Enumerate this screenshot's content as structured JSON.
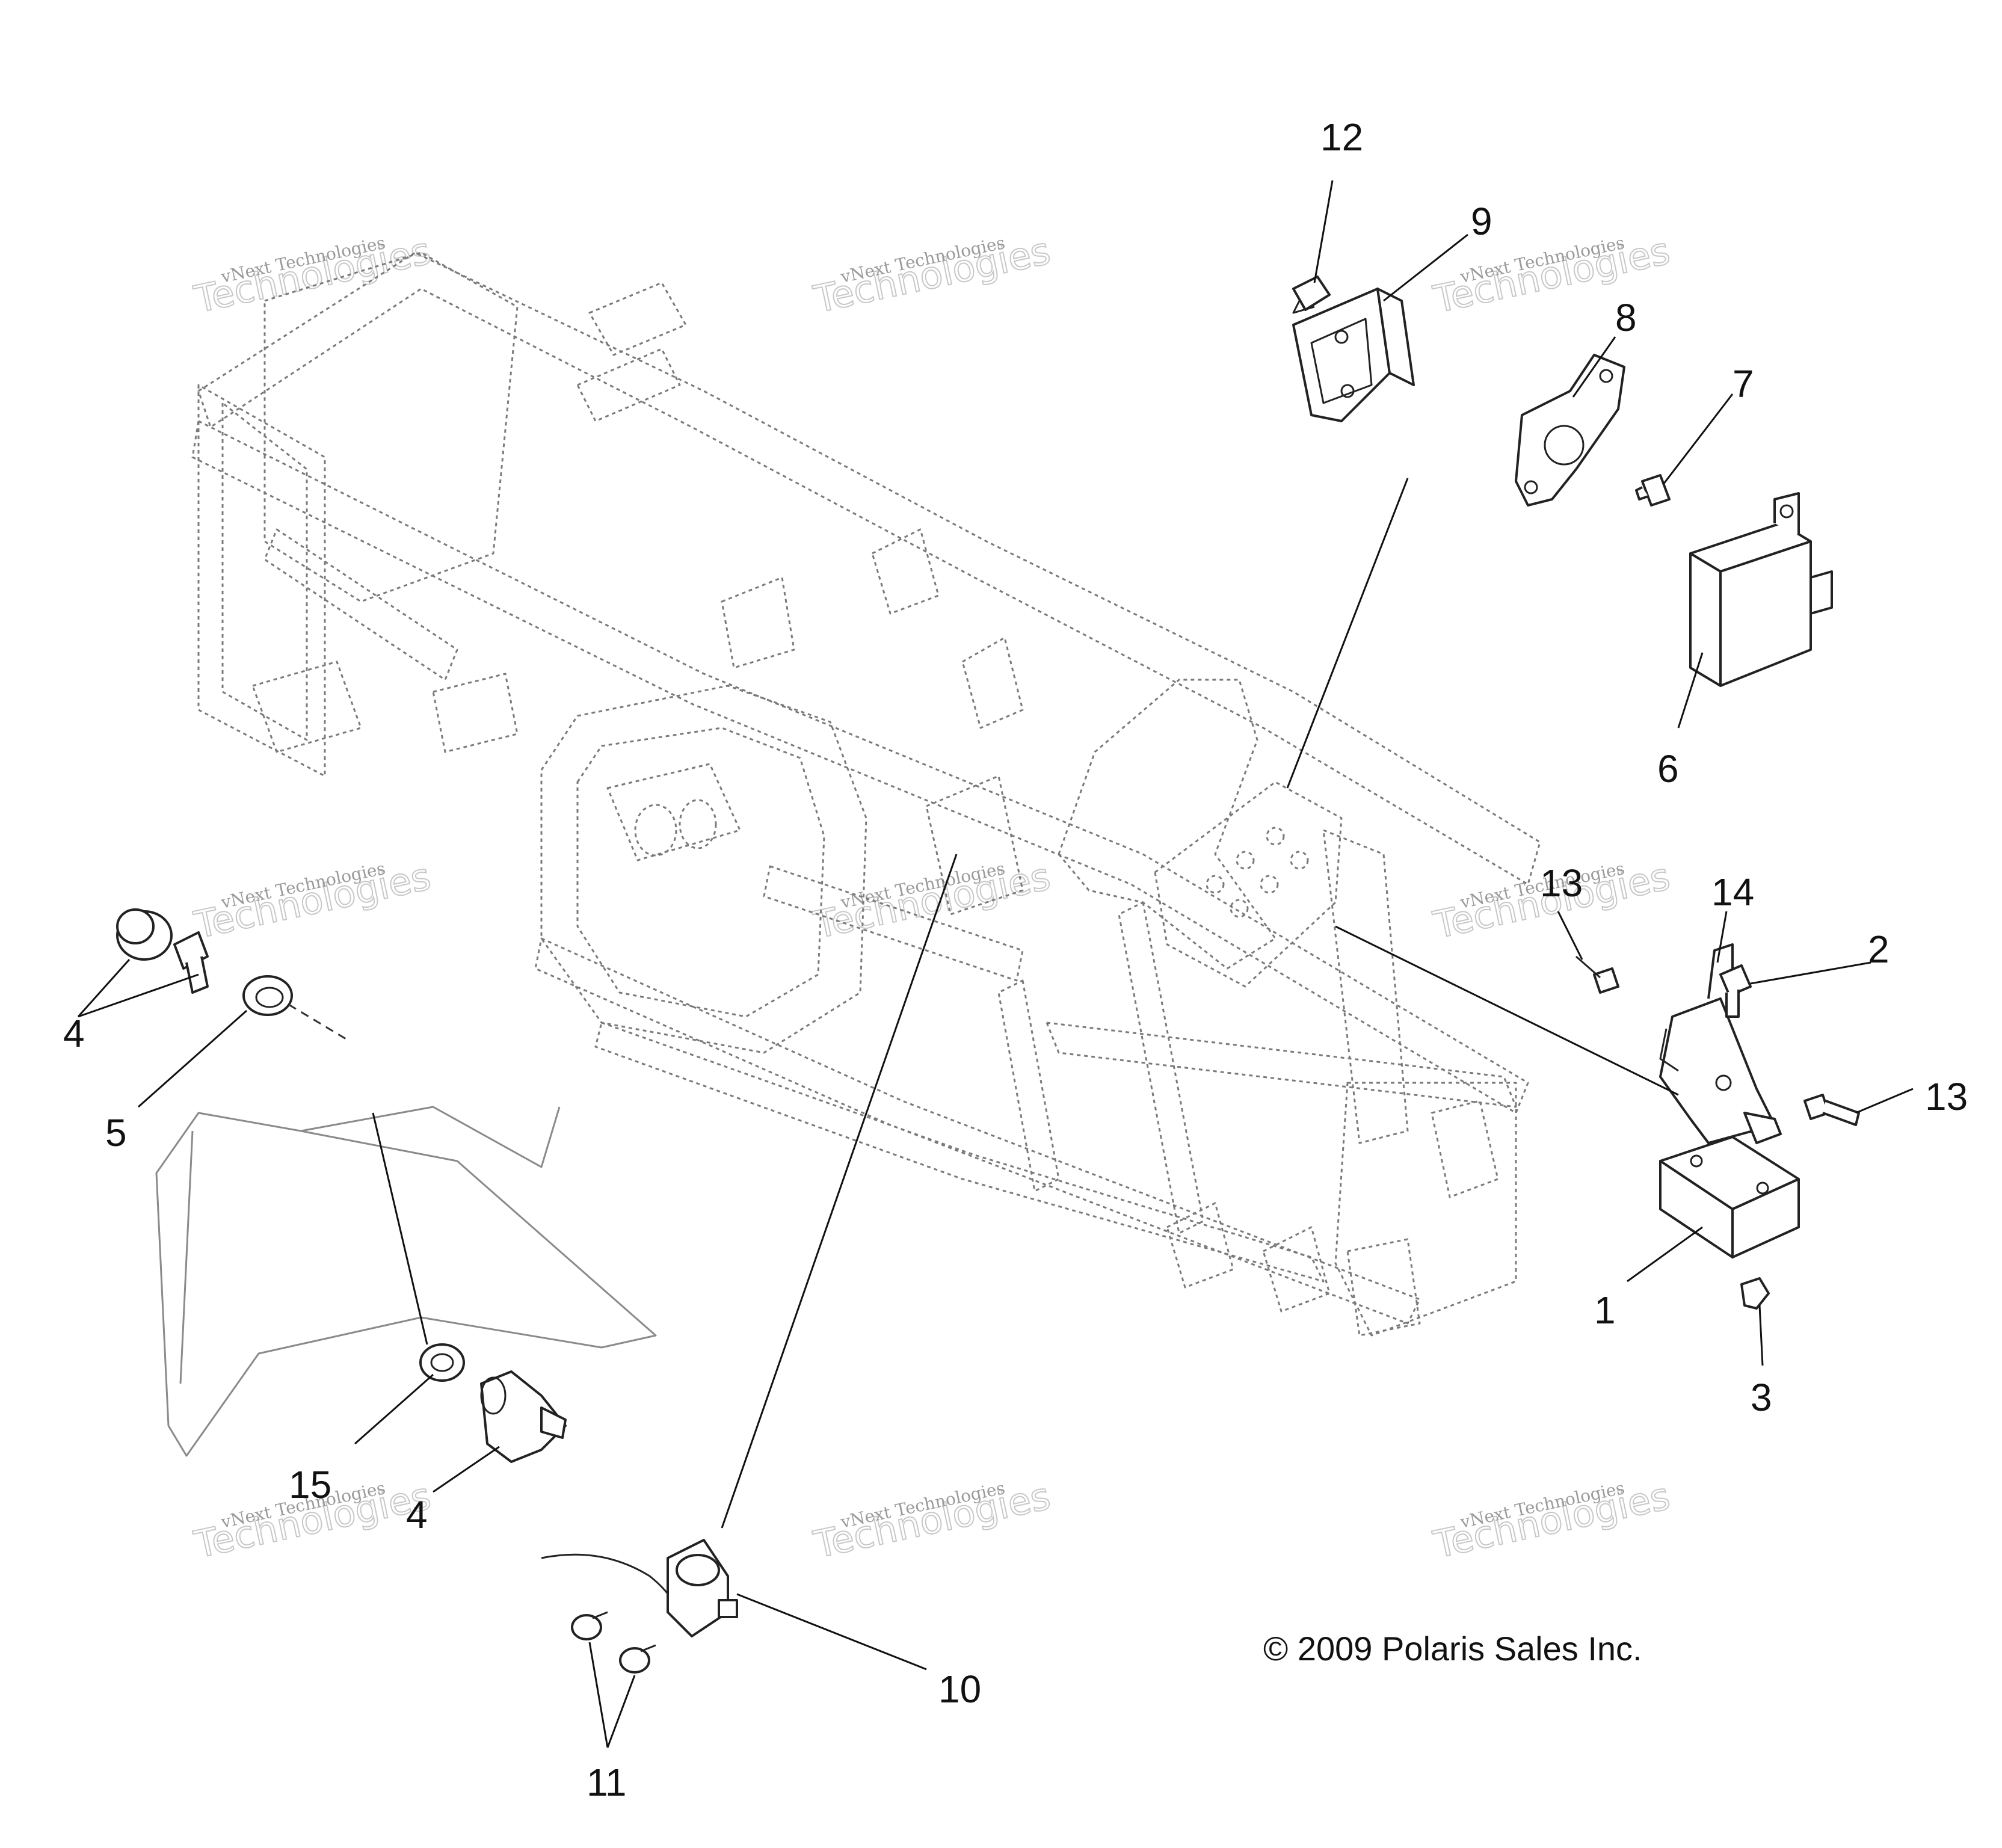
{
  "callouts": {
    "c1": "1",
    "c2": "2",
    "c3": "3",
    "c4a": "4",
    "c4b": "4",
    "c5": "5",
    "c6": "6",
    "c7": "7",
    "c8": "8",
    "c9": "9",
    "c10": "10",
    "c11": "11",
    "c12": "12",
    "c13a": "13",
    "c13b": "13",
    "c14": "14",
    "c15": "15"
  },
  "watermark": {
    "line1": "vNext Technologies",
    "line2": "Technologies"
  },
  "copyright": "© 2009 Polaris Sales Inc."
}
